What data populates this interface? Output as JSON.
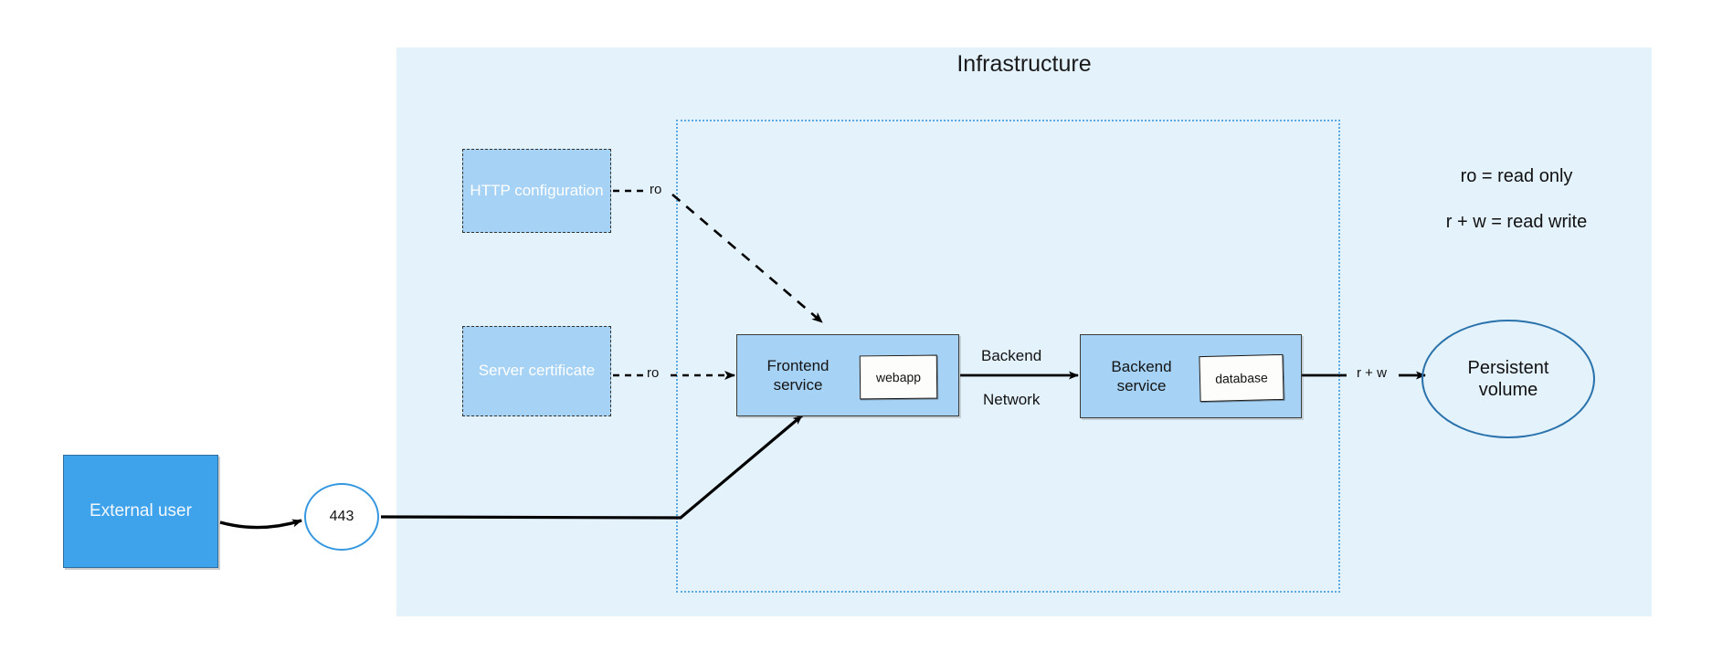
{
  "diagram": {
    "title": "Infrastructure",
    "colors": {
      "panel_background": "#e4f2fc",
      "network_boundary": "#5aa9e0",
      "config_fill": "#a5d2f5",
      "service_fill": "#a5d2f5",
      "external_user_fill": "#3fa3eb",
      "volume_stroke": "#2a72ab",
      "inner_box_fill": "#fdfdfb",
      "edge_stroke": "#000000"
    }
  },
  "nodes": {
    "http_config": {
      "label": "HTTP configuration"
    },
    "server_certificate": {
      "label": "Server certificate"
    },
    "frontend_service": {
      "label": "Frontend\nservice",
      "line1": "Frontend",
      "line2": "service",
      "container": "webapp"
    },
    "backend_service": {
      "label": "Backend\nservice",
      "line1": "Backend",
      "line2": "service",
      "container": "database"
    },
    "persistent_volume": {
      "line1": "Persistent",
      "line2": "volume"
    },
    "external_user": {
      "label": "External user"
    },
    "port": {
      "label": "443"
    }
  },
  "edges": {
    "http_config_to_frontend": {
      "label": "ro",
      "style": "dashed",
      "direction": "to-frontend"
    },
    "cert_to_frontend": {
      "label": "ro",
      "style": "dashed",
      "direction": "to-frontend"
    },
    "frontend_to_backend": {
      "line1": "Backend",
      "line2": "Network",
      "style": "solid",
      "direction": "to-backend"
    },
    "backend_to_volume": {
      "label": "r + w",
      "style": "solid",
      "direction": "bidirectional"
    },
    "external_user_to_port": {
      "label": "",
      "style": "solid",
      "direction": "to-port"
    },
    "port_to_frontend": {
      "label": "",
      "style": "solid",
      "direction": "to-frontend"
    }
  },
  "legend": {
    "line1": "ro = read only",
    "line2": "r + w = read write"
  }
}
